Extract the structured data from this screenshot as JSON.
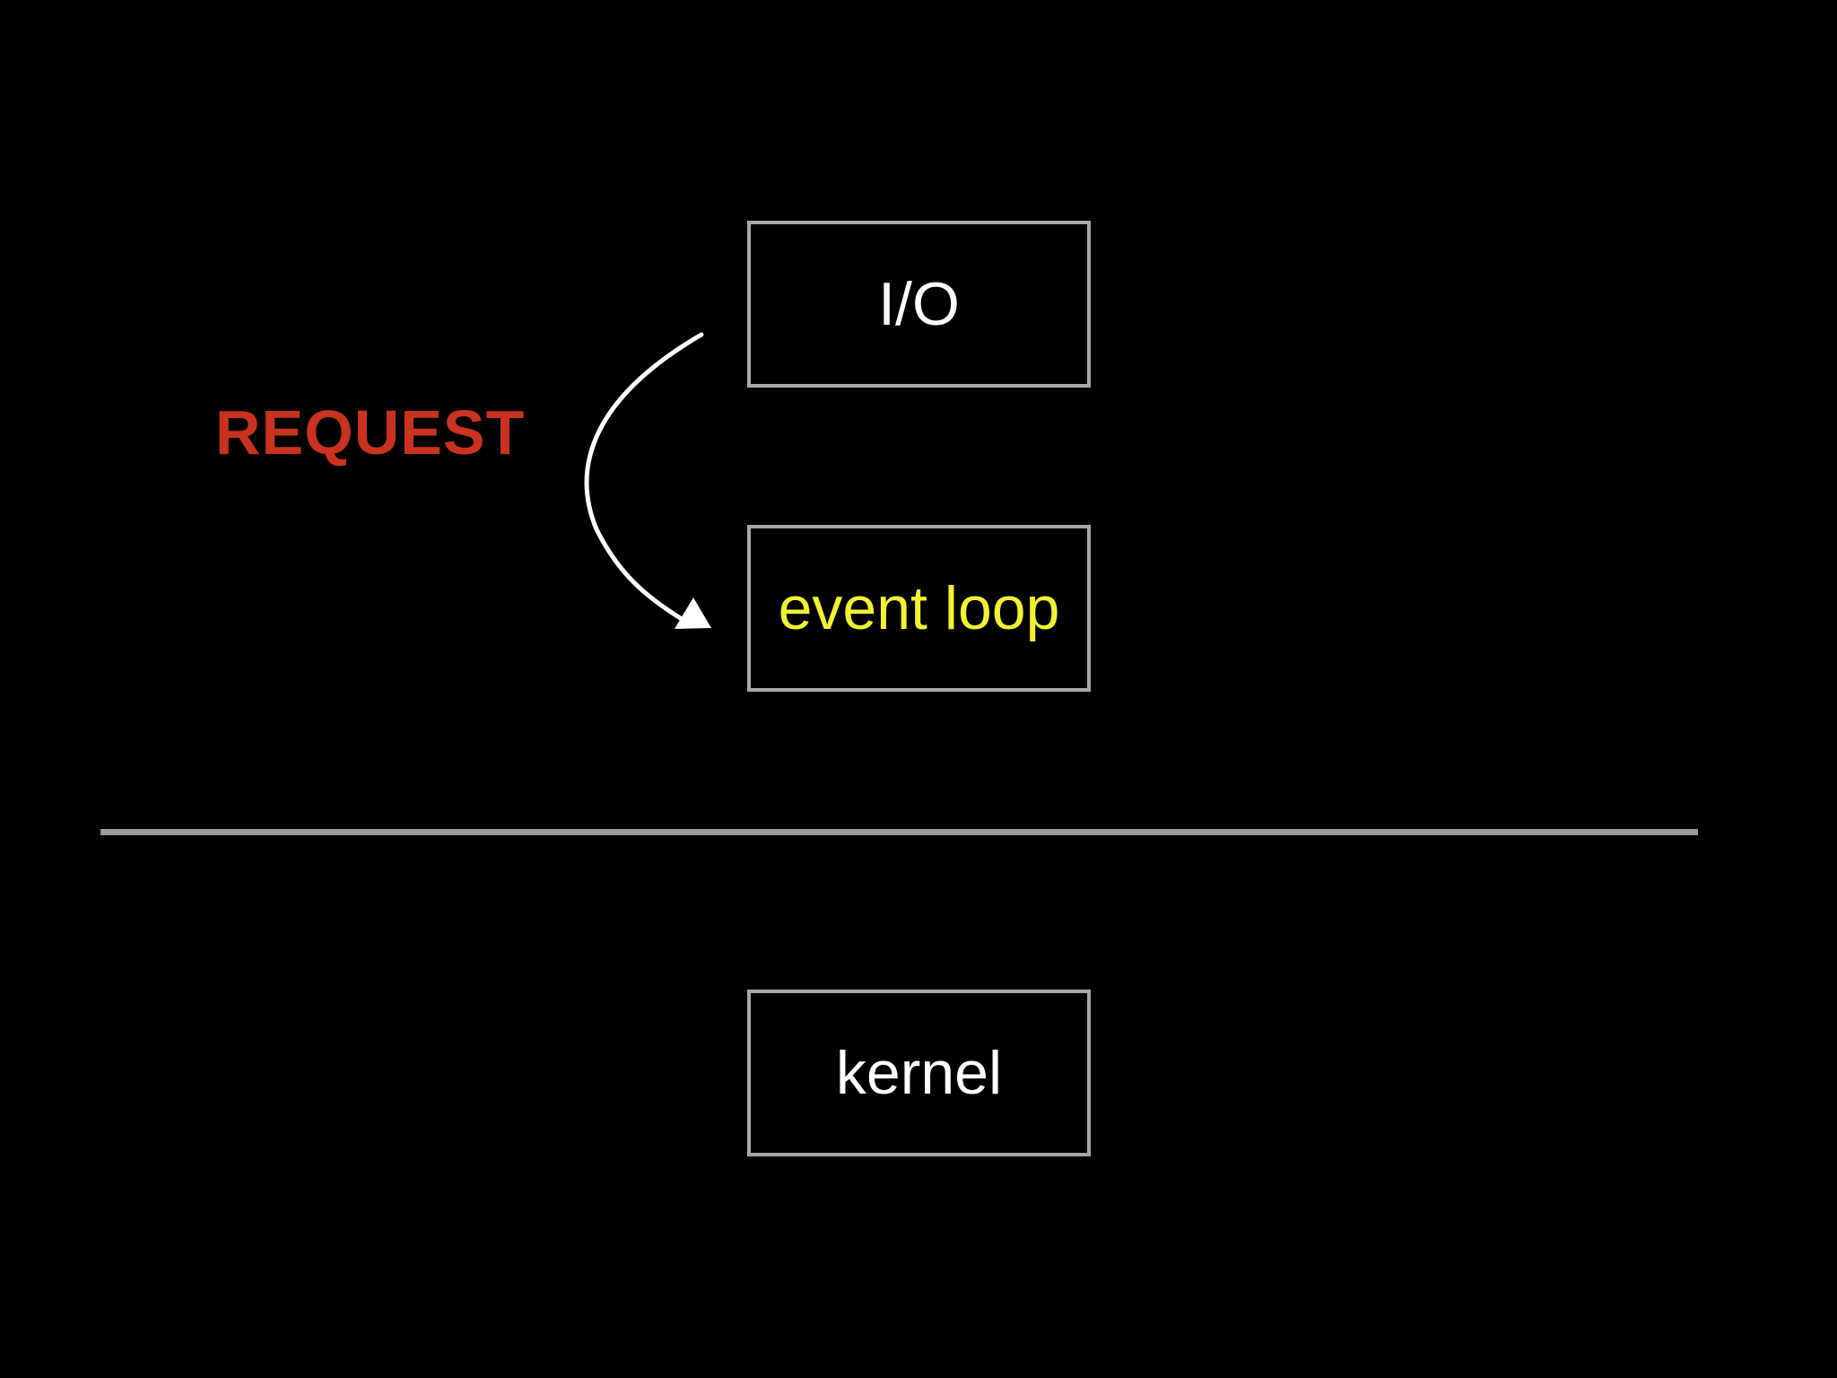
{
  "diagram": {
    "nodes": [
      {
        "id": "io",
        "label": "I/O"
      },
      {
        "id": "event_loop",
        "label": "event loop"
      },
      {
        "id": "kernel",
        "label": "kernel"
      }
    ],
    "edges": [
      {
        "from": "io",
        "to": "event_loop",
        "label": "REQUEST"
      }
    ]
  },
  "colors": {
    "background": "#000000",
    "box_border": "#a8a8a8",
    "io_text": "#ffffff",
    "event_loop_text": "#f2f230",
    "kernel_text": "#ffffff",
    "request_text": "#c8321e",
    "arrow": "#ffffff",
    "divider": "#9a9a9a"
  }
}
